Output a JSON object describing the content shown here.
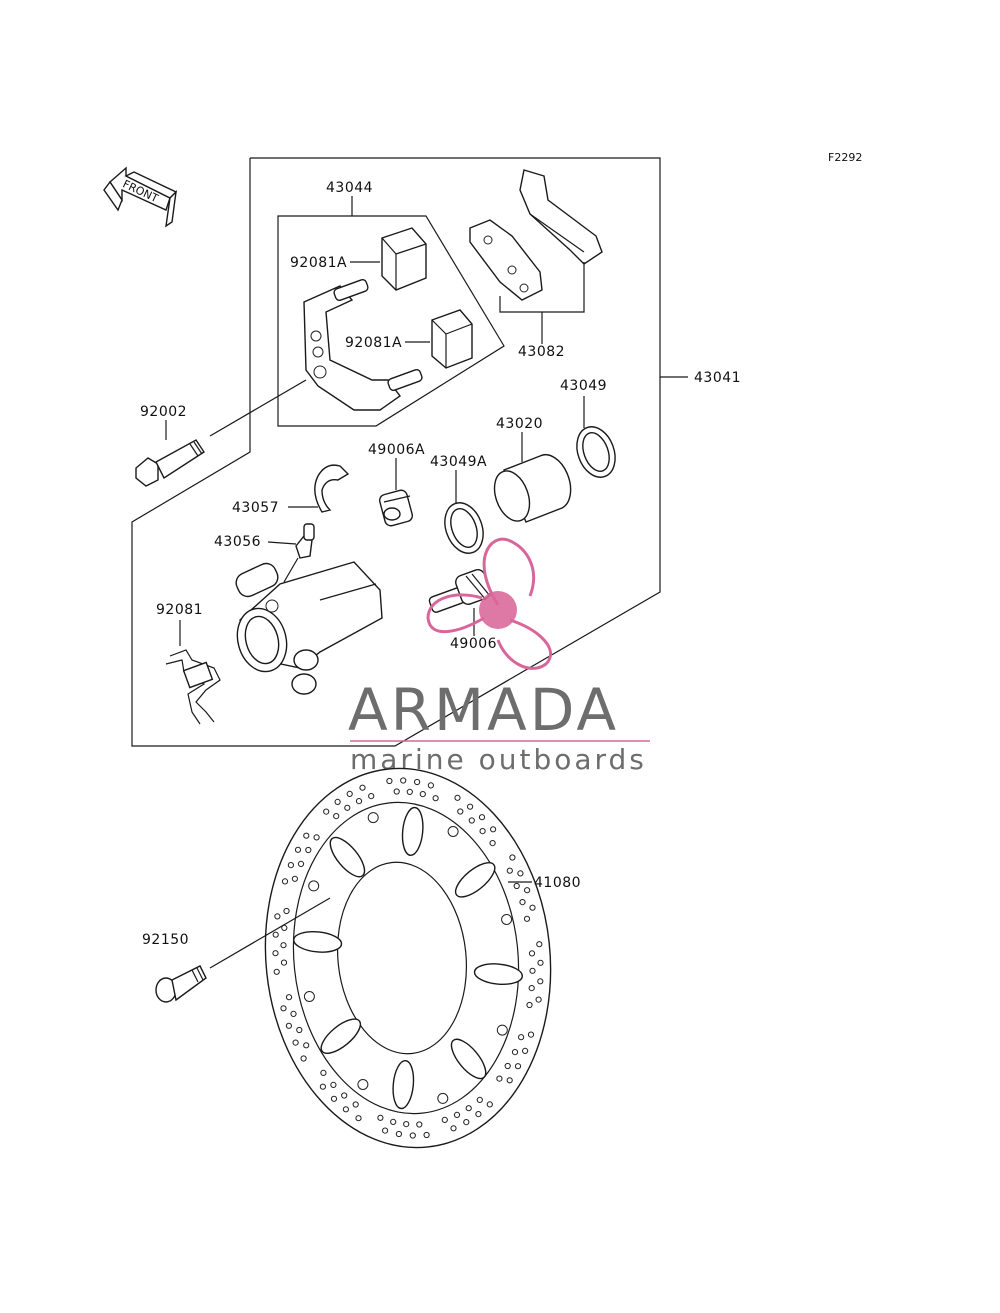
{
  "reference_code": "F2292",
  "front_arrow_label": "FRONT",
  "part_labels": {
    "p43044": "43044",
    "p92081A_top": "92081A",
    "p92081A_bottom": "92081A",
    "p43082": "43082",
    "p43041": "43041",
    "p43049": "43049",
    "p92002": "92002",
    "p43020": "43020",
    "p49006A": "49006A",
    "p43049A": "43049A",
    "p43057": "43057",
    "p43056": "43056",
    "p92081": "92081",
    "p49006": "49006",
    "p41080": "41080",
    "p92150": "92150"
  },
  "watermark": {
    "brand": "ARMADA",
    "tagline": "marine outboards",
    "brand_color": "#6d6d6d",
    "accent_color": "#d9669a"
  }
}
